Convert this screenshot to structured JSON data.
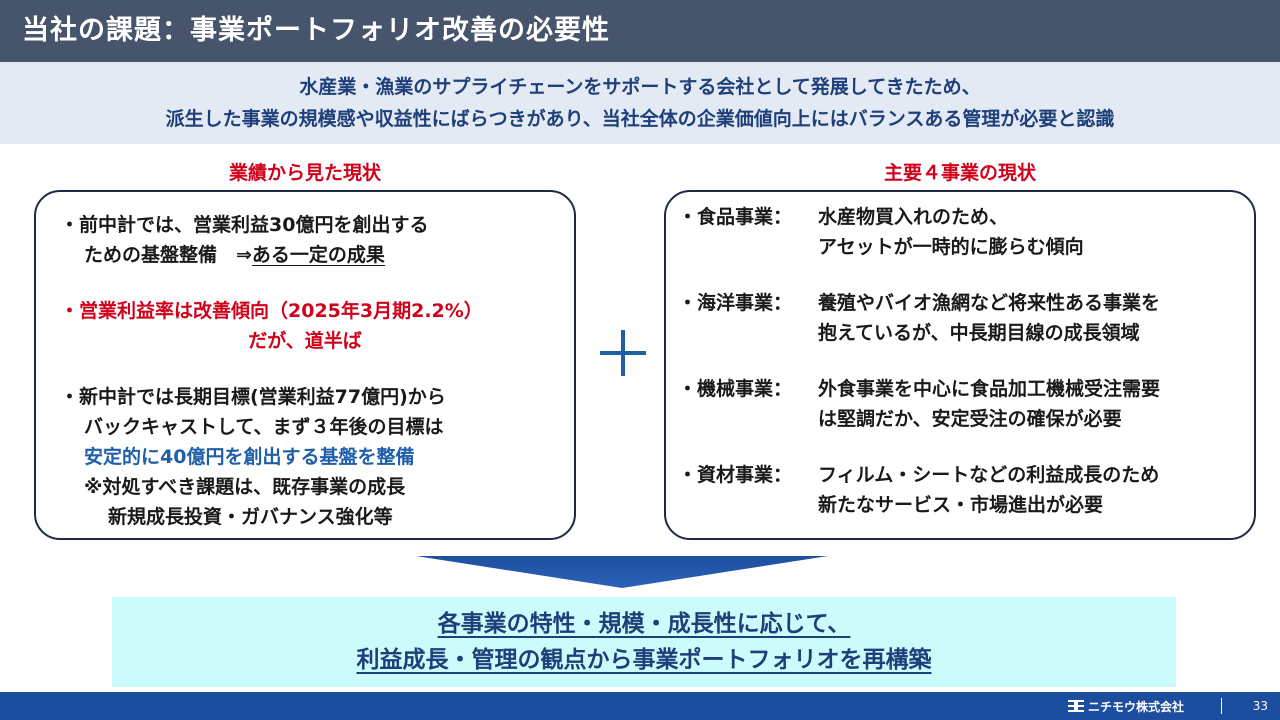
{
  "header": {
    "title": "当社の課題：事業ポートフォリオ改善の必要性"
  },
  "summary": {
    "line1": "水産業・漁業のサプライチェーンをサポートする会社として発展してきたため、",
    "line2": "派生した事業の規模感や収益性にばらつきがあり、当社全体の企業価値向上にはバランスある管理が必要と認識"
  },
  "left_section": {
    "heading": "業績から見た現状",
    "p1_line1": "・前中計では、営業利益30億円を創出する",
    "p1_line2_prefix": "ための基盤整備　⇒",
    "p1_line2_highlight": "ある一定の成果",
    "p2_line1": "・営業利益率は改善傾向（2025年3月期2.2%）",
    "p2_line2": "だが、道半ば",
    "p3_line1": "・新中計では長期目標(営業利益77億円)から",
    "p3_line2": "バックキャストして、まず３年後の目標は",
    "p3_line3": "安定的に40億円を創出する基盤を整備",
    "p3_line4": "※対処すべき課題は、既存事業の成長",
    "p3_line5": "新規成長投資・ガバナンス強化等"
  },
  "right_section": {
    "heading": "主要４事業の現状",
    "items": [
      {
        "label": "・食品事業：",
        "desc1": "水産物買入れのため、",
        "desc2": "アセットが一時的に膨らむ傾向"
      },
      {
        "label": "・海洋事業：",
        "desc1": "養殖やバイオ漁網など将来性ある事業を",
        "desc2": "抱えているが、中長期目線の成長領域"
      },
      {
        "label": "・機械事業：",
        "desc1": "外食事業を中心に食品加工機械受注需要",
        "desc2": "は堅調だか、安定受注の確保が必要"
      },
      {
        "label": "・資材事業：",
        "desc1": "フィルム・シートなどの利益成長のため",
        "desc2": "新たなサービス・市場進出が必要"
      }
    ]
  },
  "conclusion": {
    "line1": "各事業の特性・規模・成長性に応じて、",
    "line2": "利益成長・管理の観点から事業ポートフォリオを再構築"
  },
  "footer": {
    "company": "ニチモウ株式会社",
    "page_number": "33"
  },
  "icons": {
    "plus": "plus-icon",
    "arrow": "down-arrow-icon",
    "logo": "company-logo-icon"
  },
  "colors": {
    "title_bg": "#46546c",
    "accent_red": "#d0021b",
    "accent_blue": "#1f5fa8",
    "footer_bg": "#1c4d9e",
    "conclusion_bg": "#ccfbfb"
  }
}
